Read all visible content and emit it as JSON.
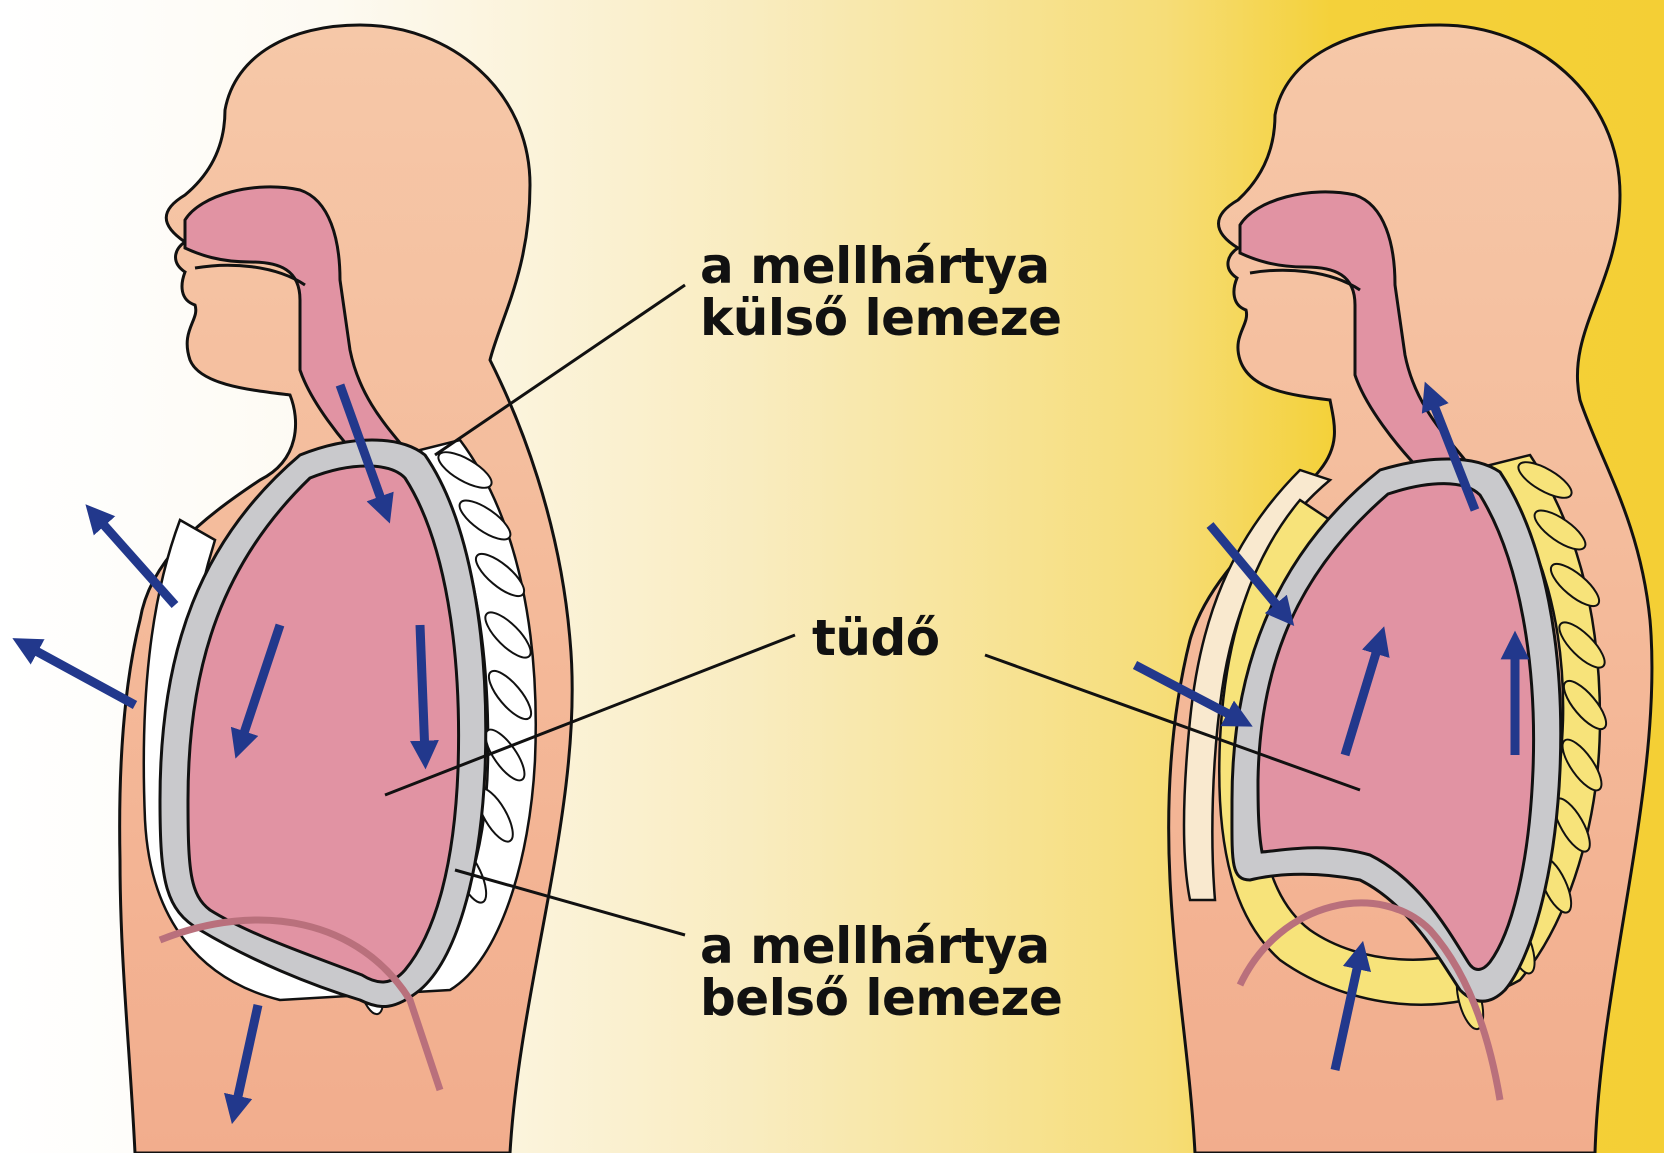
{
  "labels": {
    "outer_pleura": {
      "line1": "a mellhártya",
      "line2": "külső lemeze"
    },
    "lung": "tüdő",
    "inner_pleura": {
      "line1": "a mellhártya",
      "line2": "belső lemeze"
    }
  },
  "colors": {
    "skin": "#f6c8a8",
    "skin_dark": "#f2b08f",
    "lung": "#e193a3",
    "airway": "#e193a3",
    "pleura": "#c9c9cc",
    "arrow": "#22388c",
    "rib_exhale": "#f7e37a",
    "rib_inhale": "#ffffff"
  },
  "panels": [
    {
      "state": "inhalation",
      "arrow_direction": "outward-down"
    },
    {
      "state": "exhalation",
      "arrow_direction": "inward-up"
    }
  ]
}
